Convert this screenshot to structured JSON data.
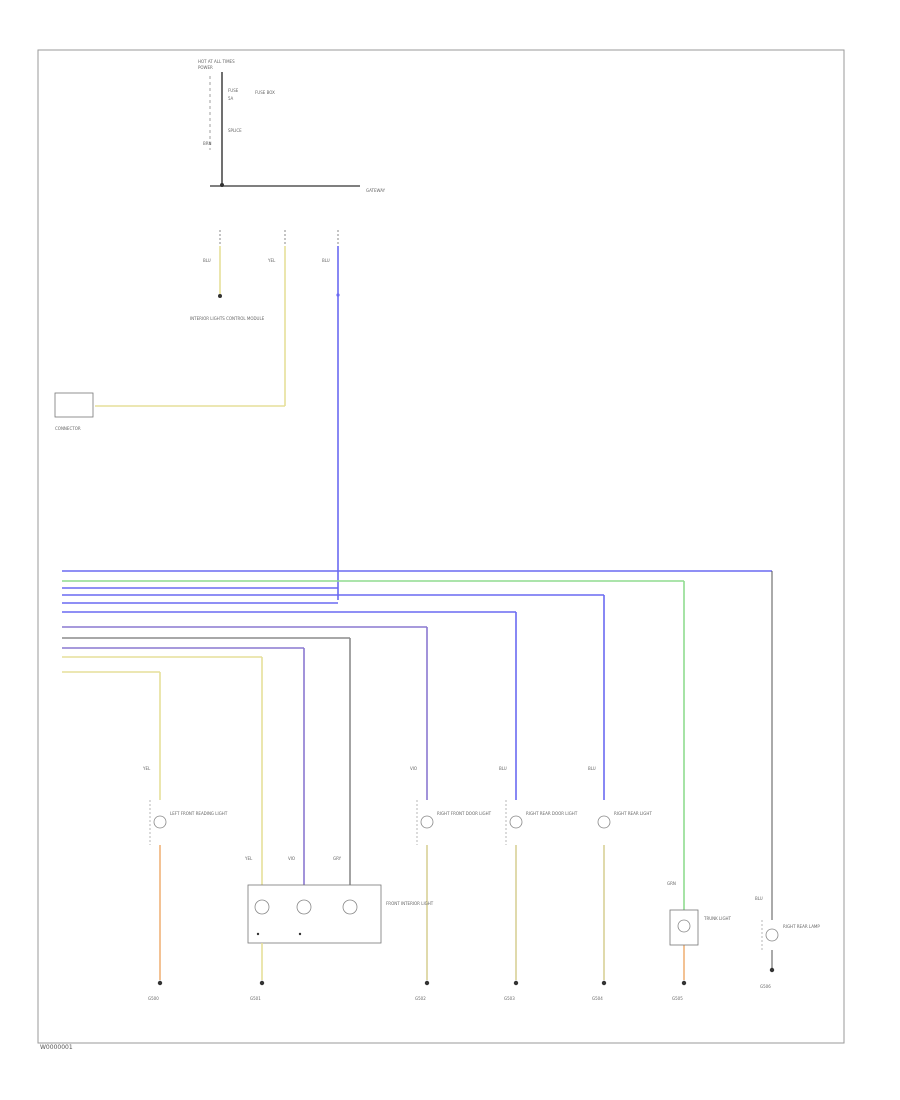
{
  "page": {
    "code": "W0000001"
  },
  "colors": {
    "border": "#9a9a9a",
    "black_wire": "#333333",
    "gray_wire": "#8c8c8c",
    "blue_wire": "#6a6af2",
    "violet_wire": "#8a78d0",
    "green_wire": "#8fdc8f",
    "yellow_wire": "#e6df9a",
    "orange_wire": "#f0b27a",
    "khaki_wire": "#d8d098"
  },
  "labels": {
    "top": "HOT AT ALL TIMES",
    "fuse": "FUSE",
    "fuse_detail": "FUSE BOX",
    "fuse_amp": "5A",
    "power_source": "POWER",
    "gateway": "GATEWAY",
    "splice": "SPLICE",
    "interior_lights_control": "INTERIOR LIGHTS CONTROL MODULE",
    "connector_a": "CONNECTOR",
    "lamp_left": "LEFT FRONT READING LIGHT",
    "lamp_front_cluster": "FRONT INTERIOR LIGHT",
    "lamp_rf1": "RIGHT FRONT DOOR LIGHT",
    "lamp_rf2": "RIGHT REAR DOOR LIGHT",
    "lamp_rf3": "RIGHT REAR LIGHT",
    "lamp_trunk": "TRUNK LIGHT",
    "lamp_rear_right": "RIGHT REAR LAMP",
    "ground_g1": "G500",
    "ground_g2": "G501",
    "ground_g3": "G502",
    "ground_g4": "G503",
    "ground_g5": "G504",
    "ground_g6": "G505",
    "ground_g7": "G506",
    "wire_code_brn": "BRN",
    "wire_code_blu": "BLU",
    "wire_code_grn": "GRN",
    "wire_code_yel": "YEL",
    "wire_code_vio": "VIO",
    "wire_code_gry": "GRY"
  }
}
